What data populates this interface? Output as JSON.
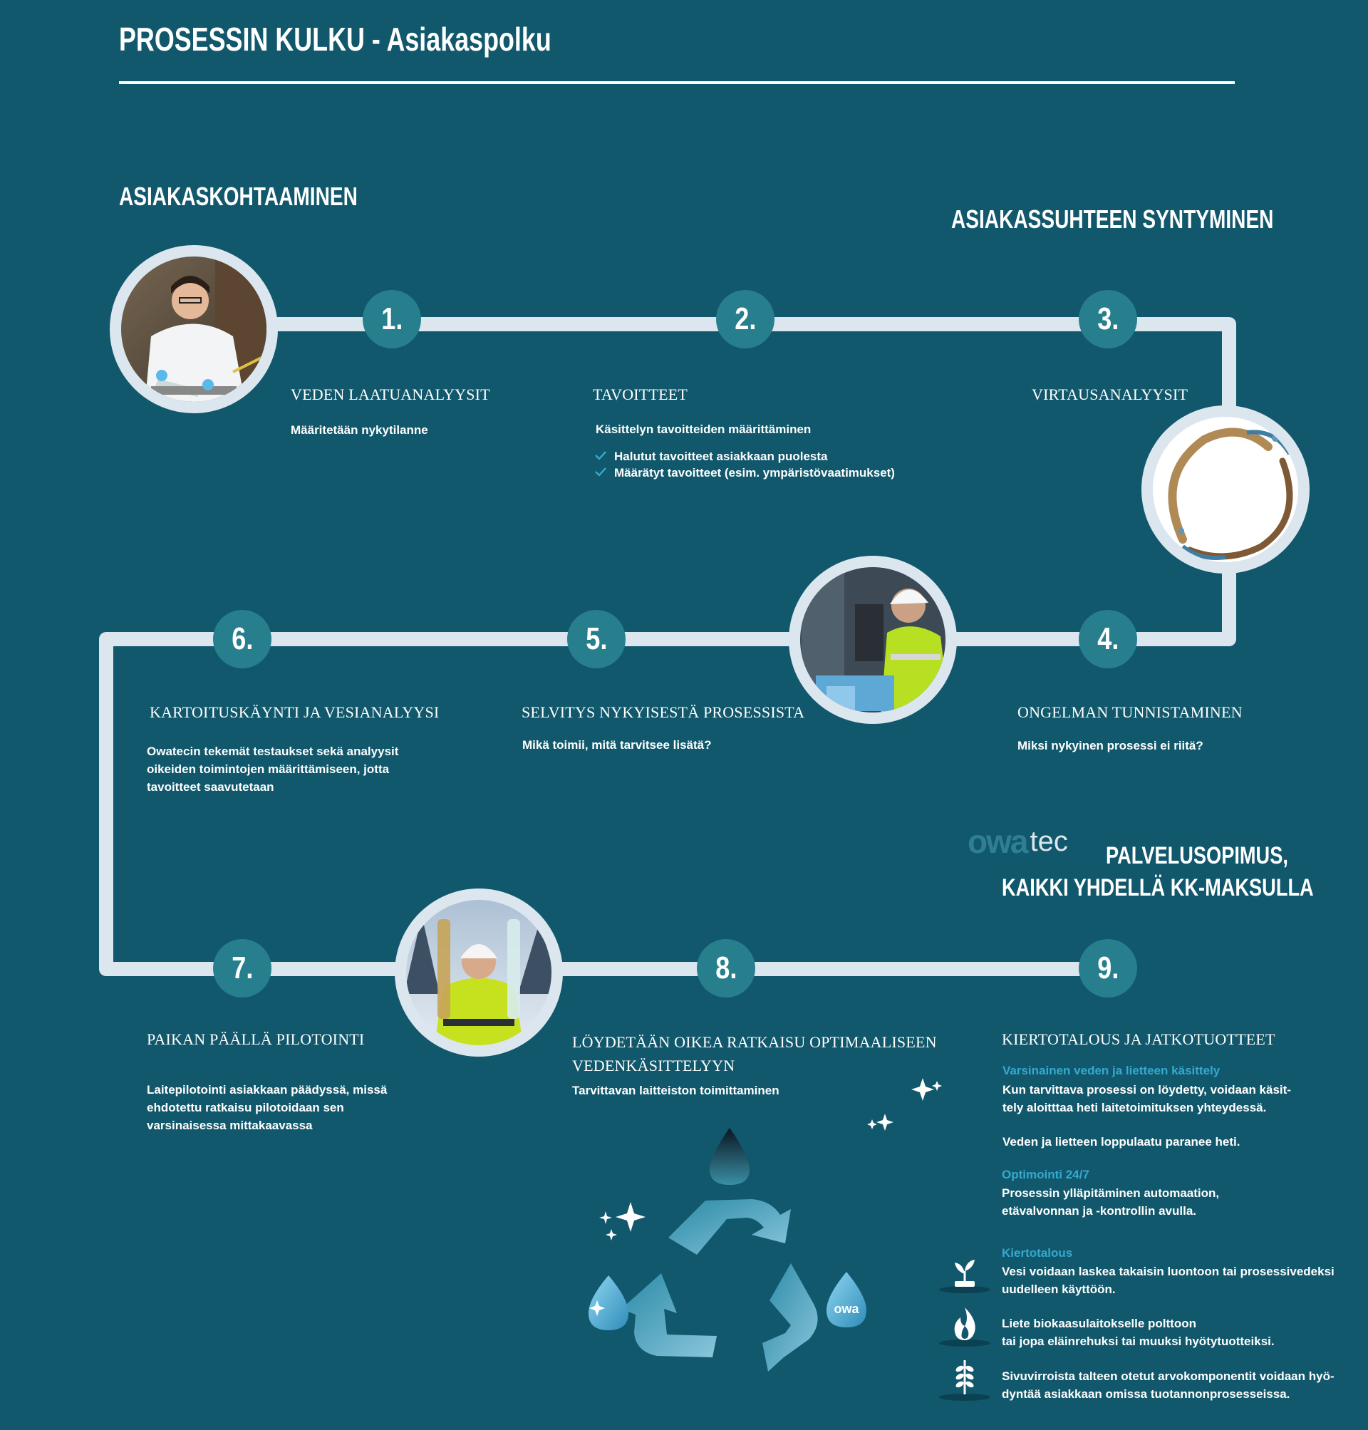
{
  "header": {
    "title": "PROSESSIN KULKU - Asiakaspolku"
  },
  "sections": {
    "left": "ASIAKASKOHTAAMINEN",
    "right": "ASIAKASSUHTEEN SYNTYMINEN"
  },
  "steps": [
    {
      "number": "1.",
      "title": "VEDEN LAATUANALYYSIT",
      "body": "Määritetään nykytilanne"
    },
    {
      "number": "2.",
      "title": "TAVOITTEET",
      "body": "Käsittelyn tavoitteiden määrittäminen",
      "checks": [
        "Halutut tavoitteet asiakkaan puolesta",
        "Määrätyt tavoitteet (esim. ympäristövaatimukset)"
      ]
    },
    {
      "number": "3.",
      "title": "VIRTAUSANALYYSIT"
    },
    {
      "number": "4.",
      "title": "ONGELMAN TUNNISTAMINEN",
      "body": "Miksi nykyinen prosessi ei riitä?"
    },
    {
      "number": "5.",
      "title": "SELVITYS NYKYISESTÄ PROSESSISTA",
      "body": "Mikä toimii, mitä tarvitsee lisätä?"
    },
    {
      "number": "6.",
      "title": "KARTOITUSKÄYNTI JA VESIANALYYSI",
      "body_lines": [
        "Owatecin tekemät testaukset sekä analyysit",
        "oikeiden toimintojen määrittämiseen, jotta",
        "tavoitteet saavutetaan"
      ]
    },
    {
      "number": "7.",
      "title": "PAIKAN PÄÄLLÄ PILOTOINTI",
      "body_lines": [
        "Laitepilotointi asiakkaan päädyssä, missä",
        "ehdotettu ratkaisu pilotoidaan sen",
        "varsinaisessa mittakaavassa"
      ]
    },
    {
      "number": "8.",
      "title_lines": [
        "LÖYDETÄÄN OIKEA RATKAISU OPTIMAALISEEN",
        "VEDENKÄSITTELYYN"
      ],
      "body": "Tarvittavan laitteiston toimittaminen"
    },
    {
      "number": "9.",
      "title": "KIERTOTALOUS JA JATKOTUOTTEET"
    }
  ],
  "service": {
    "logo_owa": "owa",
    "logo_tec": "tec",
    "line1": "PALVELUSOPIMUS,",
    "line2": "KAIKKI YHDELLÄ KK-MAKSULLA"
  },
  "step9_details": {
    "h1": "Varsinainen veden ja lietteen käsittely",
    "p1_lines": [
      "Kun tarvittava prosessi on löydetty, voidaan käsit-",
      "tely aloitttaa heti laitetoimituksen yhteydessä."
    ],
    "p1b": "Veden ja lietteen loppulaatu paranee heti.",
    "h2": "Optimointi 24/7",
    "p2_lines": [
      "Prosessin ylläpitäminen automaation,",
      "etävalvonnan ja -kontrollin avulla."
    ],
    "h3": "Kiertotalous",
    "p3_lines": [
      "Vesi voidaan laskea takaisin luontoon tai prosessivedeksi",
      "uudelleen käyttöön."
    ],
    "p4_lines": [
      "Liete biokaasulaitokselle polttoon",
      "tai jopa eläinrehuksi tai muuksi hyötytuotteiksi."
    ],
    "p5_lines": [
      "Sivuvirroista talteen otetut arvokomponentit voidaan hyö-",
      "dyntää asiakkaan omissa tuotannonprosesseissa."
    ]
  },
  "recycle_drop_logo": "owa",
  "colors": {
    "background": "#11586c",
    "path": "#dce6ef",
    "badge": "#277f8d",
    "accent": "#35a9cf"
  }
}
